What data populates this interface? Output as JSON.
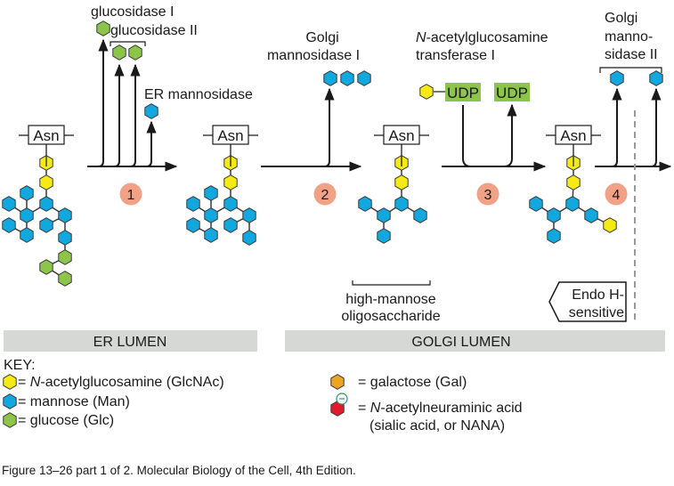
{
  "colors": {
    "glcnac": "#f5ea14",
    "mannose": "#11a8e0",
    "glucose": "#8dc54a",
    "galactose": "#eaa524",
    "nana": "#e11b2c",
    "step_circle": "#f0a186",
    "lumen_bar": "#d6d8d6",
    "udp_box": "#8dc54a",
    "dashed": "#999999",
    "minus_ring": "#2a9d6e"
  },
  "enzymes": {
    "glucosidase_1": "glucosidase I",
    "glucosidase_2": "glucosidase II",
    "er_mannosidase": "ER mannosidase",
    "golgi_mannosidase_1": [
      "Golgi",
      "mannosidase I"
    ],
    "glcnac_transferase": {
      "italic_prefix": "N",
      "line1_rest": "-acetylglucosamine",
      "line2": "transferase I"
    },
    "golgi_mannosidase_2": [
      "Golgi",
      "manno-",
      "sidase II"
    ]
  },
  "asn_label": "Asn",
  "udp_label": "UDP",
  "steps": [
    "1",
    "2",
    "3",
    "4"
  ],
  "high_mannose_label": [
    "high-mannose",
    "oligosaccharide"
  ],
  "endo_h_label": [
    "Endo H-",
    "sensitive"
  ],
  "lumen": {
    "er": "ER LUMEN",
    "golgi": "GOLGI LUMEN"
  },
  "key": {
    "title": "KEY:",
    "items": [
      {
        "sugar": "glcnac",
        "italic_prefix": "N",
        "text": "-acetylglucosamine (GlcNAc)",
        "prefix": "= "
      },
      {
        "sugar": "mannose",
        "text": "= mannose (Man)"
      },
      {
        "sugar": "glucose",
        "text": "= glucose (Glc)"
      },
      {
        "sugar": "galactose",
        "text": "= galactose (Gal)"
      },
      {
        "sugar": "nana",
        "italic_prefix": "N",
        "text": "-acetylneuraminic acid",
        "prefix": "= ",
        "line2": "(sialic acid, or NANA)"
      }
    ]
  },
  "caption": "Figure 13–26 part 1 of 2. Molecular Biology of the Cell, 4th Edition."
}
